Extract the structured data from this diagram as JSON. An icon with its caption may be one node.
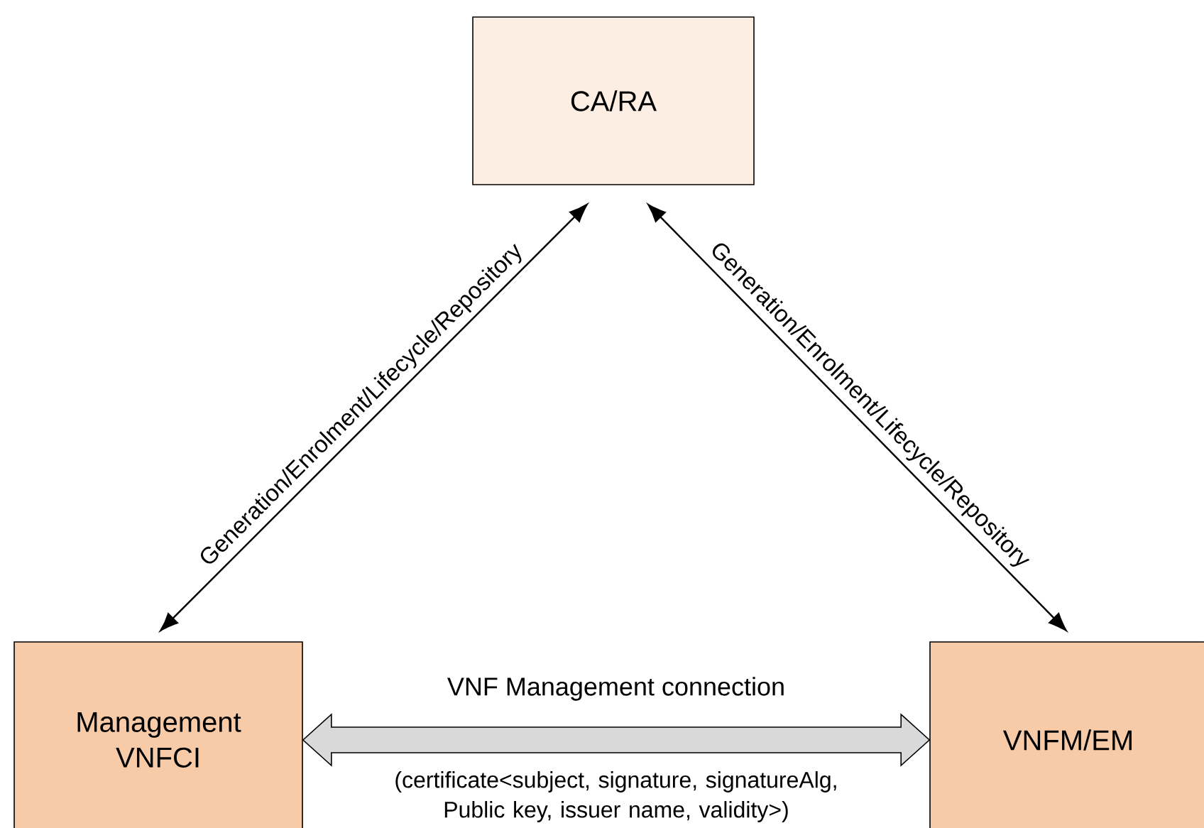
{
  "diagram": {
    "nodes": [
      {
        "text": [
          "CA/RA"
        ]
      },
      {
        "text": [
          "Management VNFCI"
        ]
      },
      {
        "text": [
          "VNFM/EM"
        ]
      }
    ],
    "edges": [
      {
        "from": 0,
        "to": 1,
        "arrow": "both",
        "label": "Generation/Enrolment/Lifecycle/Repository"
      },
      {
        "from": 0,
        "to": 2,
        "arrow": "both",
        "label": "Generation/Enrolment/Lifecycle/Repository"
      },
      {
        "from": 1,
        "to": 2,
        "arrow": "both",
        "label": "VNF Management connection",
        "style": "thick",
        "color": "#d9d9d9"
      }
    ],
    "labels": [
      "(certificate<subject, signature, signatureAlg, Public key, issuer name, validity>)"
    ]
  }
}
